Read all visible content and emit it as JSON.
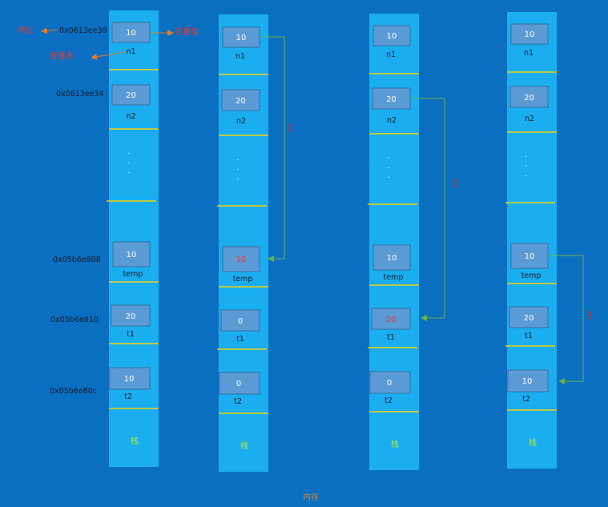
{
  "stacks": [
    {
      "cells": [
        {
          "name": "n1",
          "value": "10",
          "highlight": false
        },
        {
          "name": "n2",
          "value": "20",
          "highlight": false
        },
        {
          "name": "temp",
          "value": "10",
          "highlight": false
        },
        {
          "name": "t1",
          "value": "20",
          "highlight": false
        },
        {
          "name": "t2",
          "value": "10",
          "highlight": false
        }
      ],
      "label": "栈"
    },
    {
      "cells": [
        {
          "name": "n1",
          "value": "10",
          "highlight": false
        },
        {
          "name": "n2",
          "value": "20",
          "highlight": false
        },
        {
          "name": "temp",
          "value": "10",
          "highlight": true
        },
        {
          "name": "t1",
          "value": "0",
          "highlight": false
        },
        {
          "name": "t2",
          "value": "0",
          "highlight": false
        }
      ],
      "label": "栈"
    },
    {
      "cells": [
        {
          "name": "n1",
          "value": "10",
          "highlight": false
        },
        {
          "name": "n2",
          "value": "20",
          "highlight": false
        },
        {
          "name": "temp",
          "value": "10",
          "highlight": false
        },
        {
          "name": "t1",
          "value": "20",
          "highlight": true
        },
        {
          "name": "t2",
          "value": "0",
          "highlight": false
        }
      ],
      "label": "栈"
    },
    {
      "cells": [
        {
          "name": "n1",
          "value": "10",
          "highlight": false
        },
        {
          "name": "n2",
          "value": "20",
          "highlight": false
        },
        {
          "name": "temp",
          "value": "10",
          "highlight": false
        },
        {
          "name": "t1",
          "value": "20",
          "highlight": false
        },
        {
          "name": "t2",
          "value": "10",
          "highlight": false
        }
      ],
      "label": "栈"
    }
  ],
  "addresses": [
    "0x0613ee38",
    "0x0613ee34",
    "0x05b6e808",
    "0x05b6e810",
    "0x05b6e80c"
  ],
  "annotations": {
    "left_note": "地址",
    "right_note": "变量值",
    "name_note": "变量名"
  },
  "steps": [
    "1",
    "2",
    "3"
  ],
  "memory_label": "内存",
  "dots_symbol": "·",
  "colors": {
    "background": "#0a6fc0",
    "stack_fill": "#1aaef0",
    "cell_fill": "#5b9bd5",
    "divider": "#f5d10a",
    "arrow_green": "#6ab04c",
    "arrow_orange": "#e07b2c",
    "highlight_red": "#e53935"
  }
}
